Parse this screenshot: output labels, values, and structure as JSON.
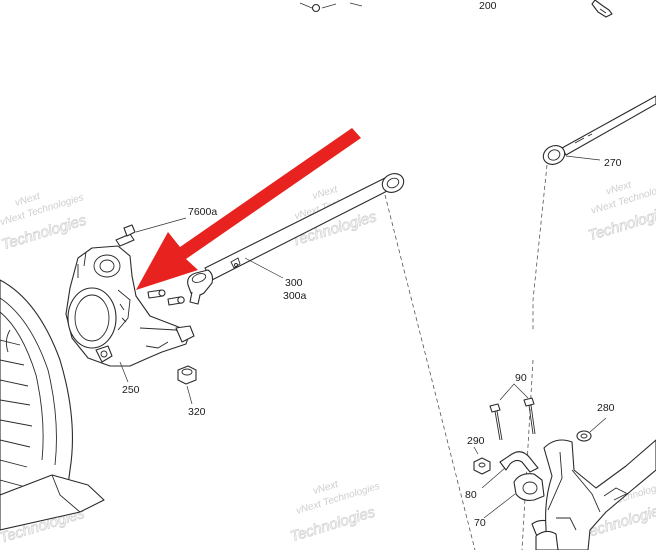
{
  "diagram": {
    "callouts": {
      "c200": "200",
      "c270": "270",
      "c7600a": "7600a",
      "c300": "300",
      "c300a": "300a",
      "c250": "250",
      "c320": "320",
      "c90": "90",
      "c280": "280",
      "c290": "290",
      "c80": "80",
      "c70": "70"
    },
    "watermark": {
      "line1": "vNext Technologies",
      "line2": "Technologies",
      "line3": "vNext"
    },
    "highlight_arrow_color": "#e8231f",
    "line_color": "#2b2b2b"
  }
}
